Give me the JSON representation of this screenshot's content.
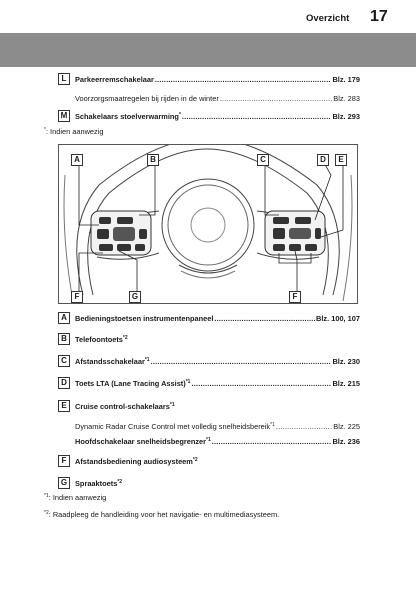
{
  "header": {
    "section_title": "Overzicht",
    "page_number": "17"
  },
  "top_entries": [
    {
      "letter": "L",
      "label": "Parkeerremschakelaar",
      "sup": "",
      "page": "Blz. 179",
      "bold": true
    },
    {
      "letter": "",
      "label": "Voorzorgsmaatregelen bij rijden in de winter",
      "sup": "",
      "page": "Blz. 283",
      "bold": false
    },
    {
      "letter": "M",
      "label": "Schakelaars stoelverwarming",
      "sup": "*",
      "page": "Blz. 293",
      "bold": true
    }
  ],
  "footnote_top": {
    "marker": "*",
    "text": ": Indien aanwezig"
  },
  "figure": {
    "callouts_top": [
      "A",
      "B",
      "C",
      "D",
      "E"
    ],
    "callouts_bottom": [
      "F",
      "G",
      "F"
    ]
  },
  "entries": [
    {
      "letter": "A",
      "label": "Bedieningstoetsen instrumentenpaneel",
      "sup": "",
      "page": "Blz. 100, 107",
      "bold": true
    },
    {
      "letter": "B",
      "label": "Telefoontoets",
      "sup": "*2",
      "page": "",
      "bold": true
    },
    {
      "letter": "C",
      "label": "Afstandsschakelaar",
      "sup": "*1",
      "page": "Blz. 230",
      "bold": true
    },
    {
      "letter": "D",
      "label": "Toets LTA (Lane Tracing Assist)",
      "sup": "*1",
      "page": "Blz. 215",
      "bold": true
    },
    {
      "letter": "E",
      "label": "Cruise control-schakelaars",
      "sup": "*1",
      "page": "",
      "bold": true
    },
    {
      "letter": "",
      "label": "Dynamic Radar Cruise Control met volledig snelheidsbereik",
      "sup": "*1",
      "page": "Blz. 225",
      "bold": false
    },
    {
      "letter": "",
      "label": "Hoofdschakelaar snelheidsbegrenzer",
      "sup": "*1",
      "page": "Blz. 236",
      "bold": true
    },
    {
      "letter": "F",
      "label": "Afstandsbediening audiosysteem",
      "sup": "*2",
      "page": "",
      "bold": true
    },
    {
      "letter": "G",
      "label": "Spraaktoets",
      "sup": "*2",
      "page": "",
      "bold": true
    }
  ],
  "footnotes": [
    {
      "marker": "*1",
      "text": ": Indien aanwezig"
    },
    {
      "marker": "*2",
      "text": ": Raadpleeg de handleiding voor het navigatie- en multimediasysteem."
    }
  ]
}
